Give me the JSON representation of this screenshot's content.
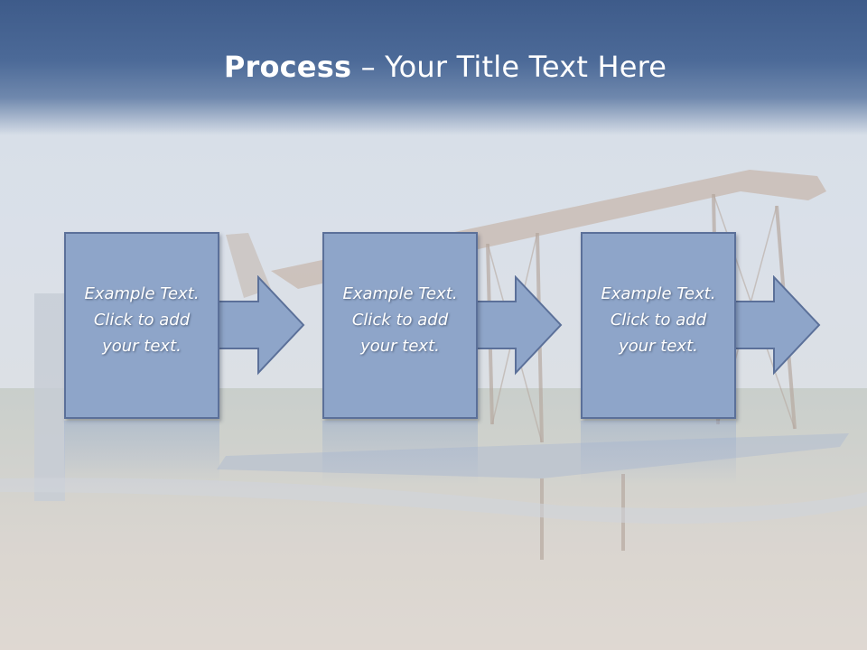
{
  "title": {
    "bold": "Process",
    "rest": " – Your Title Text Here"
  },
  "steps": [
    {
      "text": "Example Text.\nClick  to add\nyour text."
    },
    {
      "text": "Example Text.\nClick  to add\nyour text."
    },
    {
      "text": "Example Text.\nClick  to add\nyour text."
    }
  ],
  "colors": {
    "banner": "#3e5b8a",
    "box_fill": "#8ea5c9",
    "box_border": "#5b7099",
    "arrow_fill": "#8ea5c9"
  }
}
